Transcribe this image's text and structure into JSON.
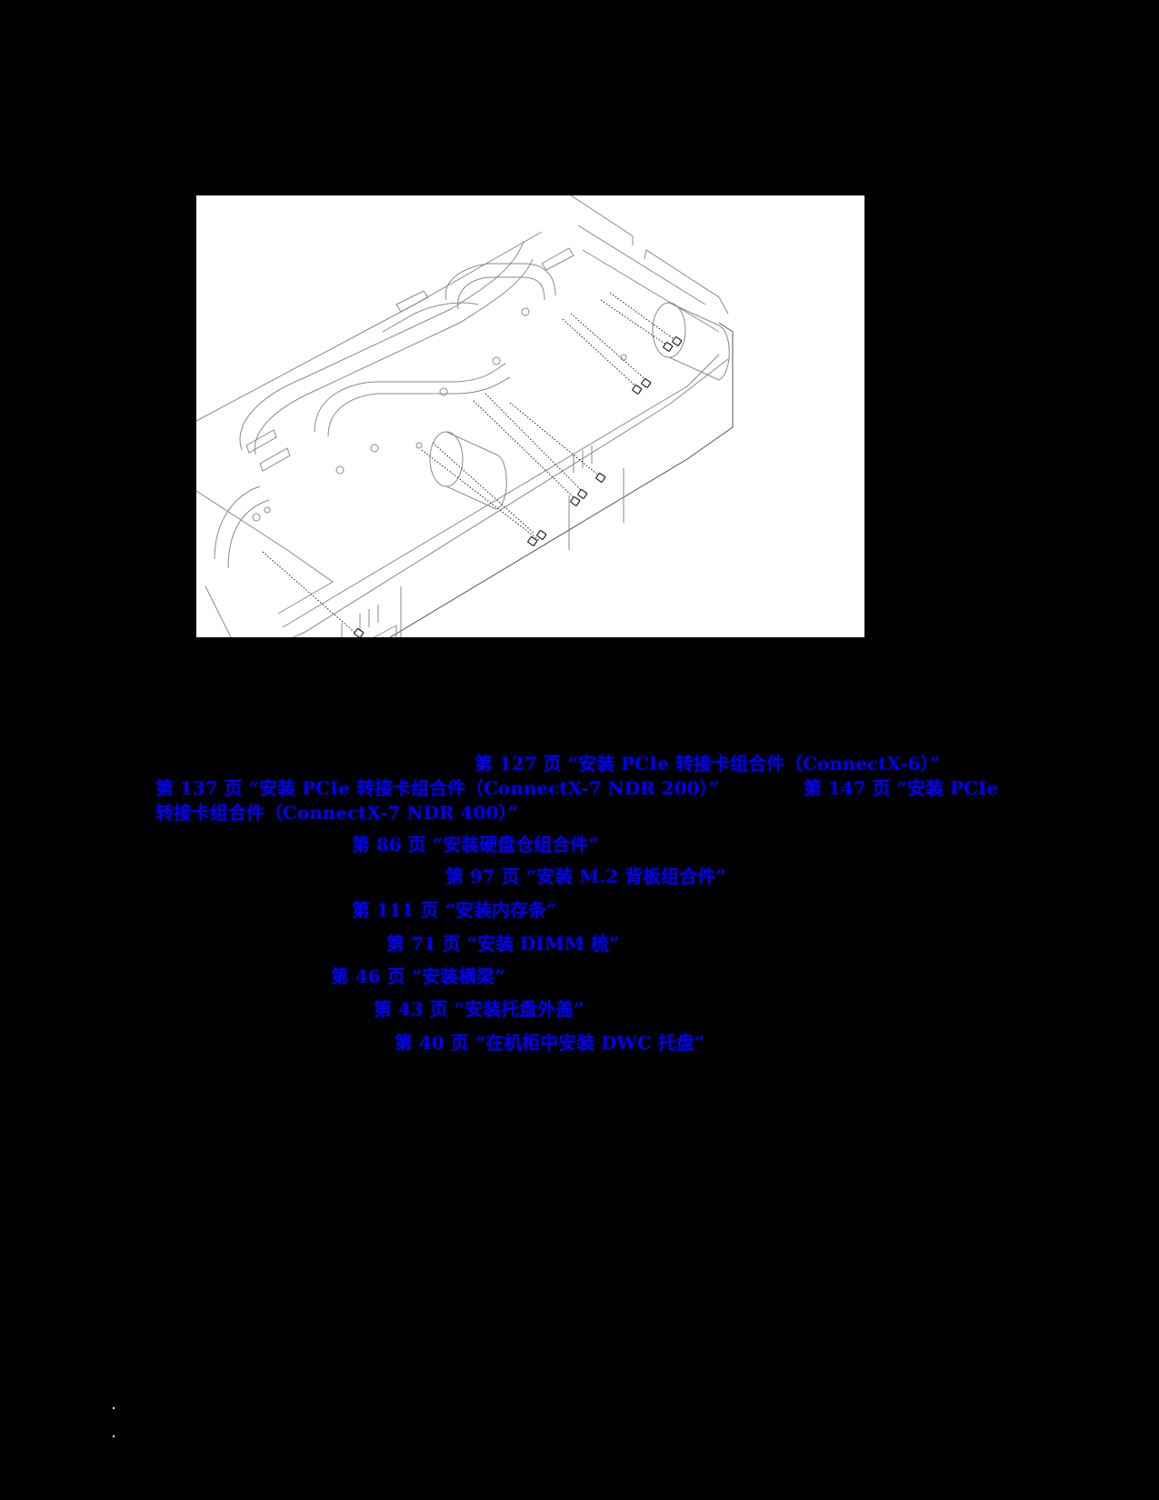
{
  "figure": {
    "description": "Isometric line drawing of DWC tray water loop with screws being installed",
    "screw_count": 11
  },
  "links": {
    "l1": "第 127 页 “安装 PCIe 转接卡组合件（ConnectX-6）”",
    "l2a": "第 137 页 “安装 PCIe 转接卡组合件（ConnectX-7 NDR 200）”",
    "l2b": "第 147 页 “安装 PCIe",
    "l3": "转接卡组合件（ConnectX-7 NDR 400）”",
    "l4": "第 86 页 “安装硬盘仓组合件”",
    "l5": "第 97 页 “安装 M.2 背板组合件”",
    "l6": "第 111 页 “安装内存条”",
    "l7": "第 71 页 “安装 DIMM 梳”",
    "l8": "第 46 页 “安装横梁”",
    "l9": "第 43 页 “安装托盘外盖”",
    "l10": "第 40 页 “在机柜中安装 DWC 托盘”"
  },
  "colors": {
    "background": "#000000",
    "link": "#0000ff",
    "figure_bg": "#ffffff"
  }
}
